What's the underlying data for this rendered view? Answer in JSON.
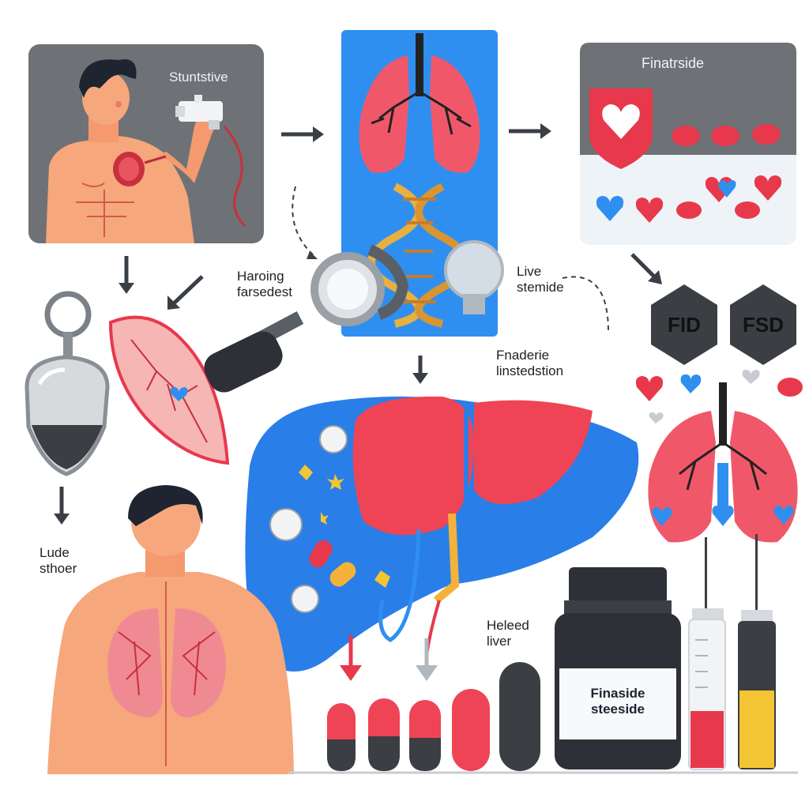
{
  "panel_top_left": {
    "label": "Stuntstive"
  },
  "panel_top_right": {
    "title": "Finatrside"
  },
  "center_left": {
    "line1": "Haroing",
    "line2": "farsedest"
  },
  "center_right": {
    "line1": "Live",
    "line2": "stemide"
  },
  "center_middle": {
    "line1": "Fnaderie",
    "line2": "linstedstion"
  },
  "left_bottom": {
    "line1": "Lude",
    "line2": "sthoer"
  },
  "liver_label": {
    "line1": "Heleed",
    "line2": "liver"
  },
  "badges": {
    "left": "FID",
    "right": "FSD"
  },
  "bottle": {
    "line1": "Finaside",
    "line2": "steeside"
  },
  "colors": {
    "grey_panel": "#6e7276",
    "blue_panel": "#2f8ff0",
    "liver_blue": "#2a7ee8",
    "liver_red": "#ef4455",
    "lung_red": "#f0586a",
    "skin": "#f6a77c"
  }
}
